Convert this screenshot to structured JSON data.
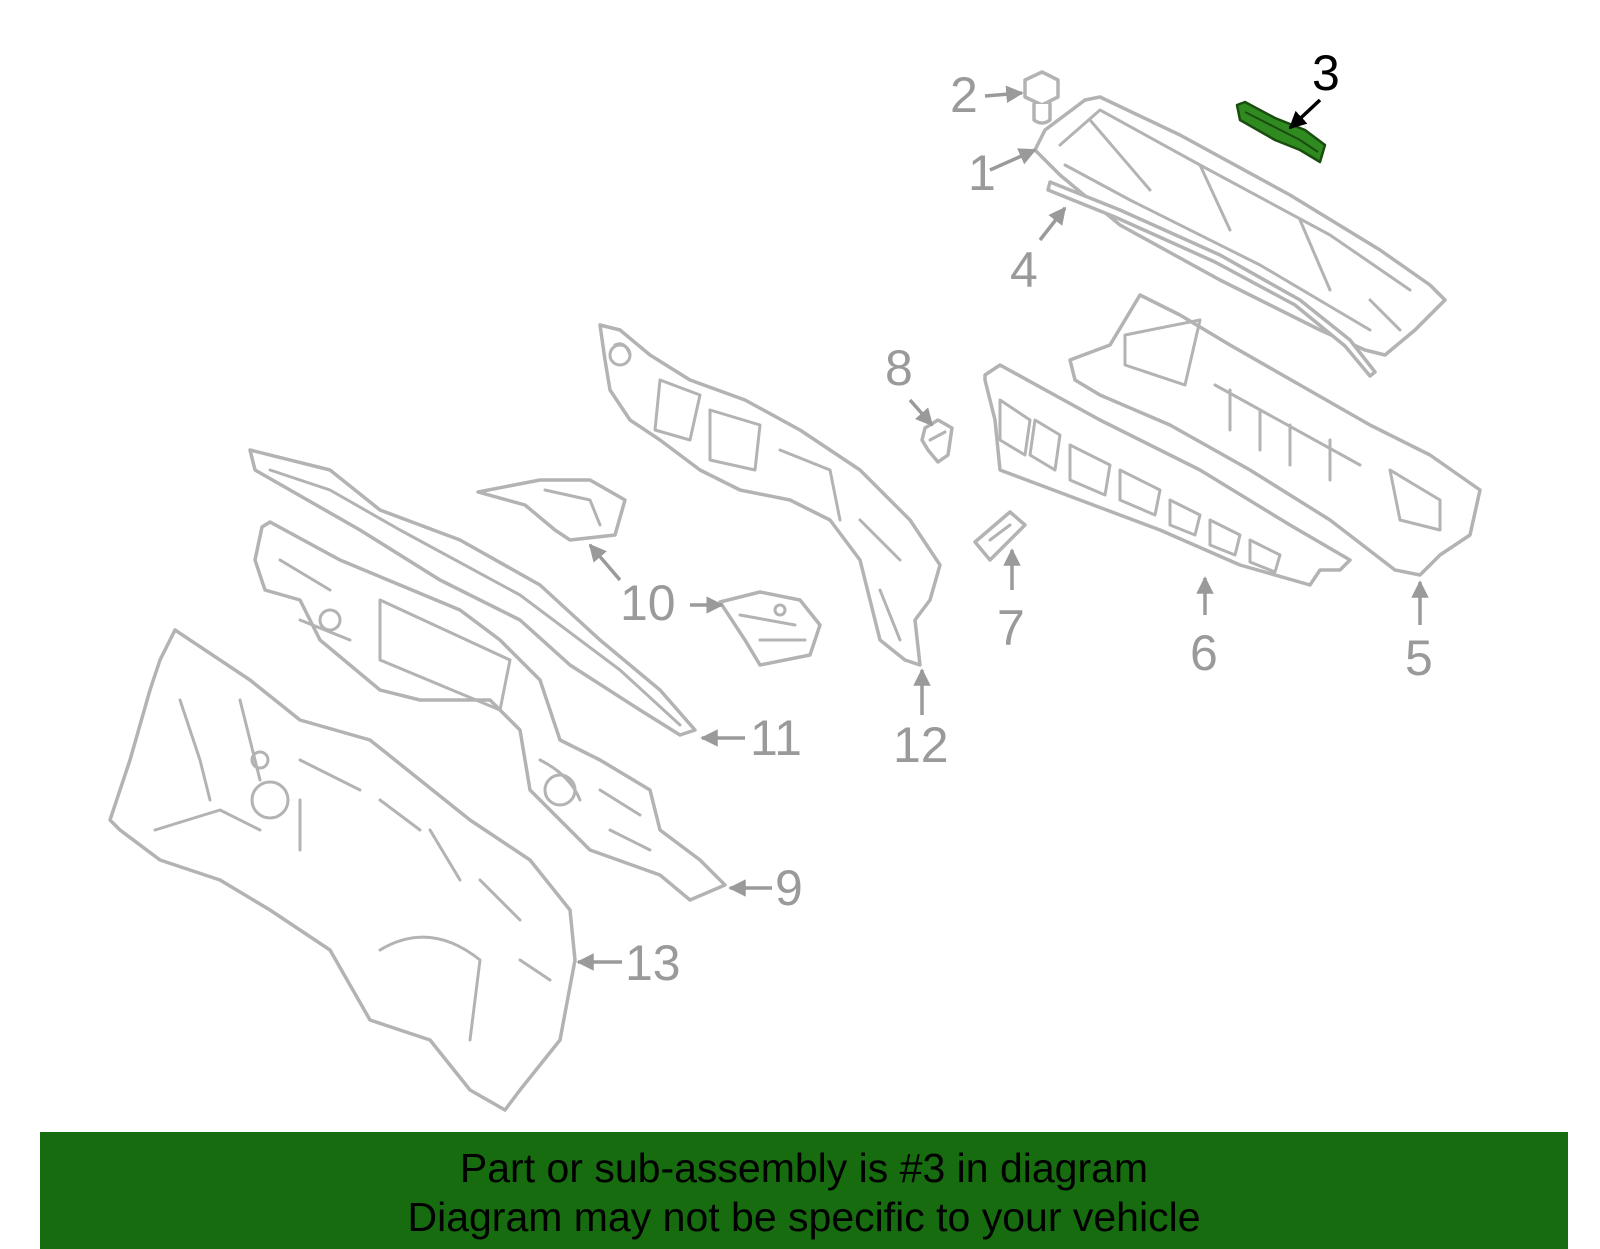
{
  "diagram": {
    "highlight_color": "#2f8a1f",
    "labels": {
      "l1": "1",
      "l2": "2",
      "l3": "3",
      "l4": "4",
      "l5": "5",
      "l6": "6",
      "l7": "7",
      "l8": "8",
      "l9": "9",
      "l10": "10",
      "l11": "11",
      "l12": "12",
      "l13": "13"
    },
    "highlighted_part": "3"
  },
  "banner": {
    "background": "#166c0e",
    "line1": "Part or sub-assembly is #3 in diagram",
    "line2": "Diagram may not be specific to your vehicle"
  }
}
